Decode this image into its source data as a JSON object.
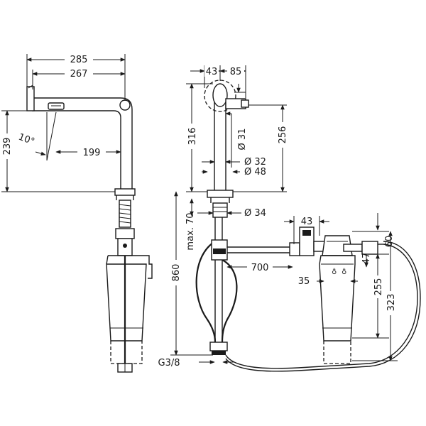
{
  "dimensions": {
    "reach_total": "285",
    "reach_spout": "267",
    "height_left": "239",
    "angle": "10°",
    "reach_inner": "199",
    "offset_a": "43",
    "offset_b": "85",
    "height_316": "316",
    "dia_31": "Ø 31",
    "height_256": "256",
    "dia_32": "Ø 32",
    "dia_48": "Ø 48",
    "dia_34": "Ø 34",
    "max_70": "max. 70",
    "height_860": "860",
    "hose_700": "700",
    "filter_43": "43",
    "filter_60": "60",
    "filter_47": "47",
    "filter_35": "35",
    "filter_255": "255",
    "filter_323": "323",
    "thread": "G3/8"
  }
}
